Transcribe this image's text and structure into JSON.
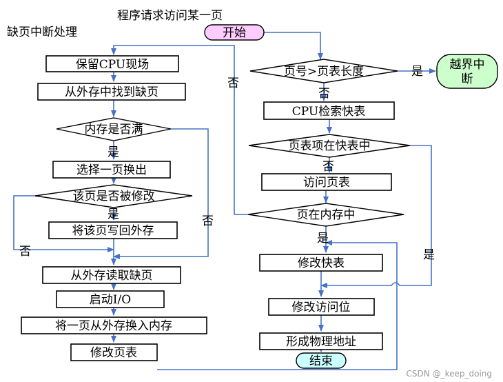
{
  "title_request": "程序请求访问某一页",
  "title_fault": "缺页中断处理",
  "start": "开始",
  "end": "结束",
  "right": {
    "check_len": "页号>页表长度",
    "out_of_bounds": "越界中断",
    "cpu_search_tlb": "CPU检索快表",
    "in_tlb": "页表项在快表中",
    "access_page_table": "访问页表",
    "in_memory": "页在内存中",
    "update_tlb": "修改快表",
    "update_access_bit": "修改访问位",
    "form_physical_addr": "形成物理地址"
  },
  "left": {
    "save_cpu": "保留CPU现场",
    "find_page": "从外存中找到缺页",
    "mem_full": "内存是否满",
    "select_victim": "选择一页换出",
    "page_modified": "该页是否被修改",
    "write_back": "将该页写回外存",
    "read_page": "从外存读取缺页",
    "start_io": "启动I/O",
    "swap_in": "将一页从外存换入内存",
    "update_page_table": "修改页表"
  },
  "labels": {
    "yes": "是",
    "no": "否"
  },
  "watermark": "CSDN @_keep_doing"
}
